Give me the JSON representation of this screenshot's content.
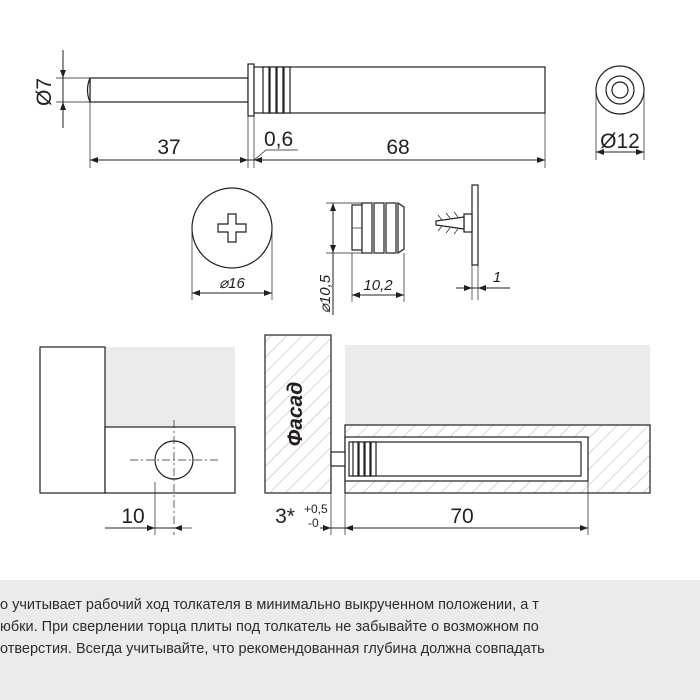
{
  "dimensions": {
    "rod_diameter": "Ø7",
    "rod_length": "37",
    "collar_thickness": "0,6",
    "body_length": "68",
    "body_diameter": "Ø12",
    "cap_diameter": "⌀16",
    "sleeve_diameter": "⌀10,5",
    "sleeve_length": "10,2",
    "plate_thickness": "1",
    "hole_offset": "10",
    "gap": "3*",
    "gap_tol_upper": "+0,5",
    "gap_tol_lower": "-0",
    "drill_depth": "70"
  },
  "labels": {
    "facade": "Фасад"
  },
  "note": {
    "lines": [
      "о учитывает рабочий ход толкателя в минимально выкрученном положении, а т",
      " юбки. При сверлении торца плиты под толкатель не забывайте о возможном по",
      "отверстия. Всегда учитывайте, что рекомендованная глубина должна совпадать"
    ]
  },
  "colors": {
    "line": "#231f20",
    "panel_fill": "#ebebeb",
    "note_background": "#ebebeb",
    "note_text": "#2c2c2c"
  }
}
